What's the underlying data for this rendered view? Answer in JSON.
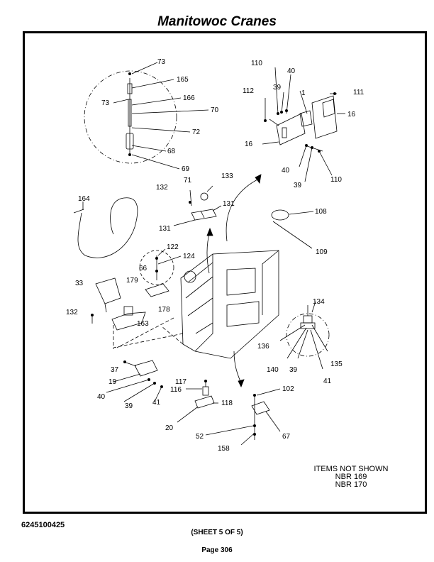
{
  "header": {
    "title": "Manitowoc Cranes"
  },
  "footer": {
    "doc_number": "6245100425",
    "sheet": "(SHEET 5 OF 5)",
    "page": "Page 306"
  },
  "items_not_shown": {
    "heading": "ITEMS NOT SHOWN",
    "items": [
      "NBR 169",
      "NBR 170"
    ]
  },
  "callouts": [
    "73",
    "165",
    "73",
    "166",
    "70",
    "72",
    "68",
    "69",
    "71",
    "133",
    "132",
    "131",
    "131",
    "164",
    "122",
    "124",
    "66",
    "179",
    "33",
    "178",
    "132",
    "163",
    "37",
    "19",
    "40",
    "39",
    "41",
    "117",
    "116",
    "118",
    "20",
    "102",
    "52",
    "67",
    "158",
    "110",
    "40",
    "39",
    "1",
    "111",
    "112",
    "16",
    "16",
    "40",
    "39",
    "110",
    "108",
    "109",
    "134",
    "136",
    "140",
    "39",
    "135",
    "41"
  ]
}
